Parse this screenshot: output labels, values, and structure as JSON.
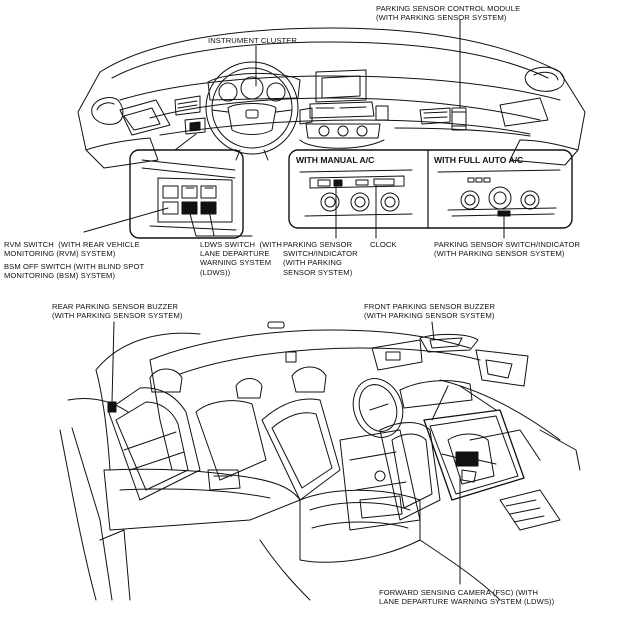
{
  "labels": {
    "instrument_cluster": "INSTRUMENT CLUSTER",
    "parking_sensor_control_module": "PARKING SENSOR CONTROL MODULE\n(WITH PARKING SENSOR SYSTEM)",
    "with_manual_ac": "WITH MANUAL A/C",
    "with_full_auto_ac": "WITH FULL AUTO A/C",
    "rvm_switch": "RVM SWITCH  (WITH REAR VEHICLE\nMONITORING (RVM) SYSTEM)",
    "bsm_off_switch": "BSM OFF SWITCH (WITH BLIND SPOT\nMONITORING (BSM) SYSTEM)",
    "ldws_switch": "LDWS SWITCH  (WITH\nLANE DEPARTURE\nWARNING SYSTEM\n(LDWS))",
    "parking_sensor_switch_manual": "PARKING SENSOR\nSWITCH/INDICATOR\n(WITH PARKING\nSENSOR SYSTEM)",
    "clock": "CLOCK",
    "parking_sensor_switch_auto": "PARKING SENSOR SWITCH/INDICATOR\n(WITH PARKING SENSOR SYSTEM)",
    "rear_parking_sensor_buzzer": "REAR PARKING SENSOR BUZZER\n(WITH PARKING SENSOR SYSTEM)",
    "front_parking_sensor_buzzer": "FRONT PARKING SENSOR BUZZER\n(WITH PARKING SENSOR SYSTEM)",
    "forward_sensing_camera": "FORWARD SENSING CAMERA (FSC) (WITH\nLANE DEPARTURE WARNING SYSTEM (LDWS))"
  }
}
